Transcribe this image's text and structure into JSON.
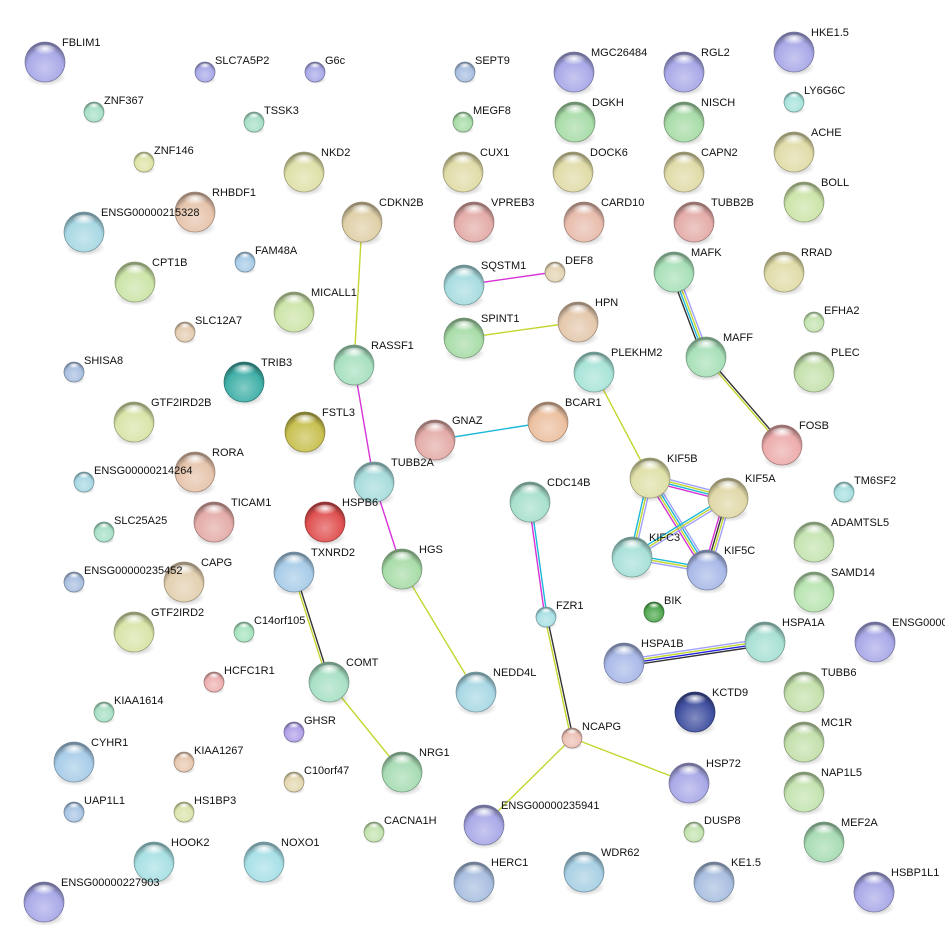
{
  "network": {
    "nodes": [
      {
        "id": "FBLIM1",
        "color": "#a9a9e8"
      },
      {
        "id": "SLC7A5P2",
        "color": "#a9a9e8"
      },
      {
        "id": "G6c",
        "color": "#a9a9e8"
      },
      {
        "id": "SEPT9",
        "color": "#a9bfe0"
      },
      {
        "id": "MGC26484",
        "color": "#a9a9e8"
      },
      {
        "id": "RGL2",
        "color": "#a9a9e8"
      },
      {
        "id": "HKE1.5",
        "color": "#a9a9e8"
      },
      {
        "id": "ZNF367",
        "color": "#a8e0c8"
      },
      {
        "id": "TSSK3",
        "color": "#a8e0c8"
      },
      {
        "id": "MEGF8",
        "color": "#a8dca8"
      },
      {
        "id": "DGKH",
        "color": "#a8dca8"
      },
      {
        "id": "NISCH",
        "color": "#a8dca8"
      },
      {
        "id": "LY6G6C",
        "color": "#a8e4dc"
      },
      {
        "id": "ZNF146",
        "color": "#dfe4a8"
      },
      {
        "id": "NKD2",
        "color": "#dfe0a8"
      },
      {
        "id": "CUX1",
        "color": "#e0dca8"
      },
      {
        "id": "DOCK6",
        "color": "#e0dca8"
      },
      {
        "id": "CAPN2",
        "color": "#e0dca8"
      },
      {
        "id": "ACHE",
        "color": "#e0dca8"
      },
      {
        "id": "RHBDF1",
        "color": "#e6c4ac"
      },
      {
        "id": "ENSG00000215328",
        "color": "#a8d8e4"
      },
      {
        "id": "CDKN2B",
        "color": "#e0d0a8"
      },
      {
        "id": "VPREB3",
        "color": "#e4aca8"
      },
      {
        "id": "CARD10",
        "color": "#e8bcac"
      },
      {
        "id": "TUBB2B",
        "color": "#e4aca8"
      },
      {
        "id": "BOLL",
        "color": "#cce4a8"
      },
      {
        "id": "FAM48A",
        "color": "#a8cce8"
      },
      {
        "id": "CPT1B",
        "color": "#cce4a8"
      },
      {
        "id": "SQSTM1",
        "color": "#a8dce0"
      },
      {
        "id": "DEF8",
        "color": "#e4d4b4"
      },
      {
        "id": "MAFK",
        "color": "#a8e0b8"
      },
      {
        "id": "RRAD",
        "color": "#e0dca8"
      },
      {
        "id": "MICALL1",
        "color": "#cce4a8"
      },
      {
        "id": "SLC12A7",
        "color": "#e4ccb0"
      },
      {
        "id": "SPINT1",
        "color": "#a8dca8"
      },
      {
        "id": "HPN",
        "color": "#e4c8ac"
      },
      {
        "id": "EFHA2",
        "color": "#c4e4b0"
      },
      {
        "id": "RASSF1",
        "color": "#a8e0c0"
      },
      {
        "id": "PLEKHM2",
        "color": "#a8e4d8"
      },
      {
        "id": "MAFF",
        "color": "#a8e0b8"
      },
      {
        "id": "PLEC",
        "color": "#c4e0ac"
      },
      {
        "id": "SHISA8",
        "color": "#a9bfe0"
      },
      {
        "id": "TRIB3",
        "color": "#40b0a8"
      },
      {
        "id": "GTF2IRD2B",
        "color": "#d8e4a8"
      },
      {
        "id": "FSTL3",
        "color": "#c8c050"
      },
      {
        "id": "GNAZ",
        "color": "#e4aca8"
      },
      {
        "id": "BCAR1",
        "color": "#ecc0a0"
      },
      {
        "id": "FOSB",
        "color": "#ecacac"
      },
      {
        "id": "RORA",
        "color": "#e6c4ac"
      },
      {
        "id": "ENSG00000214264",
        "color": "#a8d8e4"
      },
      {
        "id": "TUBB2A",
        "color": "#a8dcdc"
      },
      {
        "id": "KIF5B",
        "color": "#dfe0a8"
      },
      {
        "id": "TM6SF2",
        "color": "#a8e0e0"
      },
      {
        "id": "KIF5A",
        "color": "#e0d8a8"
      },
      {
        "id": "CDC14B",
        "color": "#a8e0cc"
      },
      {
        "id": "TICAM1",
        "color": "#e4aca8"
      },
      {
        "id": "HSPB6",
        "color": "#e05050"
      },
      {
        "id": "SLC25A25",
        "color": "#a8e0c8"
      },
      {
        "id": "KIFC3",
        "color": "#a8e0d8"
      },
      {
        "id": "KIF5C",
        "color": "#a9b9e8"
      },
      {
        "id": "ADAMTSL5",
        "color": "#c4e4b0"
      },
      {
        "id": "TXNRD2",
        "color": "#a8cce8"
      },
      {
        "id": "HGS",
        "color": "#a8dca8"
      },
      {
        "id": "CAPG",
        "color": "#e4d0b0"
      },
      {
        "id": "ENSG00000235452",
        "color": "#a9bfe0"
      },
      {
        "id": "SAMD14",
        "color": "#b8e4b0"
      },
      {
        "id": "FZR1",
        "color": "#a8e0e4"
      },
      {
        "id": "BIK",
        "color": "#50a850"
      },
      {
        "id": "GTF2IRD2",
        "color": "#d8e4a8"
      },
      {
        "id": "C14orf105",
        "color": "#a8e4c0"
      },
      {
        "id": "HSPA1A",
        "color": "#a8e0d4"
      },
      {
        "id": "ENSG0000",
        "color": "#a9a9e8"
      },
      {
        "id": "HSPA1B",
        "color": "#a9b9e8"
      },
      {
        "id": "HCFC1R1",
        "color": "#eeb0b0"
      },
      {
        "id": "COMT",
        "color": "#a8e0c4"
      },
      {
        "id": "NEDD4L",
        "color": "#a8d8e4"
      },
      {
        "id": "TUBB6",
        "color": "#c4e0ac"
      },
      {
        "id": "KCTD9",
        "color": "#4050a0"
      },
      {
        "id": "KIAA1614",
        "color": "#a8e0c4"
      },
      {
        "id": "MC1R",
        "color": "#c4e0ac"
      },
      {
        "id": "NCAPG",
        "color": "#ecc0b4"
      },
      {
        "id": "GHSR",
        "color": "#b0a0e8"
      },
      {
        "id": "CYHR1",
        "color": "#a8cce8"
      },
      {
        "id": "KIAA1267",
        "color": "#e8c8b0"
      },
      {
        "id": "NRG1",
        "color": "#a8dcb4"
      },
      {
        "id": "HSP72",
        "color": "#a9a9e8"
      },
      {
        "id": "C10orf47",
        "color": "#e4d8b0"
      },
      {
        "id": "NAP1L5",
        "color": "#c4e4b0"
      },
      {
        "id": "UAP1L1",
        "color": "#a9c4e4"
      },
      {
        "id": "HS1BP3",
        "color": "#dce4ac"
      },
      {
        "id": "ENSG00000235941",
        "color": "#a9a9e8"
      },
      {
        "id": "DUSP8",
        "color": "#c4e4b0"
      },
      {
        "id": "CACNA1H",
        "color": "#c4e4b0"
      },
      {
        "id": "MEF2A",
        "color": "#a8dcb4"
      },
      {
        "id": "HOOK2",
        "color": "#a8e0e4"
      },
      {
        "id": "NOXO1",
        "color": "#a8e0e8"
      },
      {
        "id": "HERC1",
        "color": "#a9bfe0"
      },
      {
        "id": "WDR62",
        "color": "#a8d0e4"
      },
      {
        "id": "KE1.5",
        "color": "#a9bfe0"
      },
      {
        "id": "ENSG00000227903",
        "color": "#a9a9e8"
      },
      {
        "id": "HSBP1L1",
        "color": "#a9a9e8"
      }
    ],
    "edge_colors": {
      "text_mining": "#c3d62e",
      "experiments": "#d633d6",
      "databases": "#1cb8d8",
      "homology": "#a0a0ff",
      "coexpression": "#333333",
      "cooccurrence": "#2020e0"
    },
    "edges": [
      {
        "a": "CDKN2B",
        "b": "RASSF1",
        "channels": [
          "text_mining"
        ]
      },
      {
        "a": "RASSF1",
        "b": "TUBB2A",
        "channels": [
          "experiments"
        ]
      },
      {
        "a": "TUBB2A",
        "b": "HGS",
        "channels": [
          "experiments"
        ]
      },
      {
        "a": "HGS",
        "b": "NEDD4L",
        "channels": [
          "text_mining"
        ]
      },
      {
        "a": "TXNRD2",
        "b": "COMT",
        "channels": [
          "coexpression",
          "text_mining"
        ]
      },
      {
        "a": "COMT",
        "b": "NRG1",
        "channels": [
          "text_mining"
        ]
      },
      {
        "a": "SQSTM1",
        "b": "DEF8",
        "channels": [
          "experiments"
        ]
      },
      {
        "a": "SPINT1",
        "b": "HPN",
        "channels": [
          "text_mining"
        ]
      },
      {
        "a": "GNAZ",
        "b": "BCAR1",
        "channels": [
          "databases"
        ]
      },
      {
        "a": "PLEKHM2",
        "b": "KIF5B",
        "channels": [
          "text_mining"
        ]
      },
      {
        "a": "MAFK",
        "b": "MAFF",
        "channels": [
          "homology",
          "text_mining",
          "databases",
          "coexpression"
        ]
      },
      {
        "a": "MAFF",
        "b": "FOSB",
        "channels": [
          "coexpression",
          "text_mining"
        ]
      },
      {
        "a": "KIF5B",
        "b": "KIF5A",
        "channels": [
          "homology",
          "text_mining",
          "databases",
          "experiments"
        ]
      },
      {
        "a": "KIF5B",
        "b": "KIFC3",
        "channels": [
          "homology",
          "text_mining",
          "databases"
        ]
      },
      {
        "a": "KIF5B",
        "b": "KIF5C",
        "channels": [
          "homology",
          "databases",
          "text_mining",
          "experiments"
        ]
      },
      {
        "a": "KIF5A",
        "b": "KIFC3",
        "channels": [
          "homology",
          "text_mining",
          "databases"
        ]
      },
      {
        "a": "KIF5A",
        "b": "KIF5C",
        "channels": [
          "homology",
          "text_mining",
          "coexpression",
          "experiments"
        ]
      },
      {
        "a": "KIFC3",
        "b": "KIF5C",
        "channels": [
          "databases",
          "text_mining",
          "homology"
        ]
      },
      {
        "a": "CDC14B",
        "b": "FZR1",
        "channels": [
          "databases",
          "experiments"
        ]
      },
      {
        "a": "FZR1",
        "b": "NCAPG",
        "channels": [
          "coexpression",
          "text_mining"
        ]
      },
      {
        "a": "NCAPG",
        "b": "HSP72",
        "channels": [
          "text_mining"
        ]
      },
      {
        "a": "NCAPG",
        "b": "ENSG00000235941",
        "channels": [
          "text_mining"
        ]
      },
      {
        "a": "HSPA1B",
        "b": "HSPA1A",
        "channels": [
          "homology",
          "text_mining",
          "cooccurrence",
          "coexpression"
        ]
      }
    ]
  }
}
